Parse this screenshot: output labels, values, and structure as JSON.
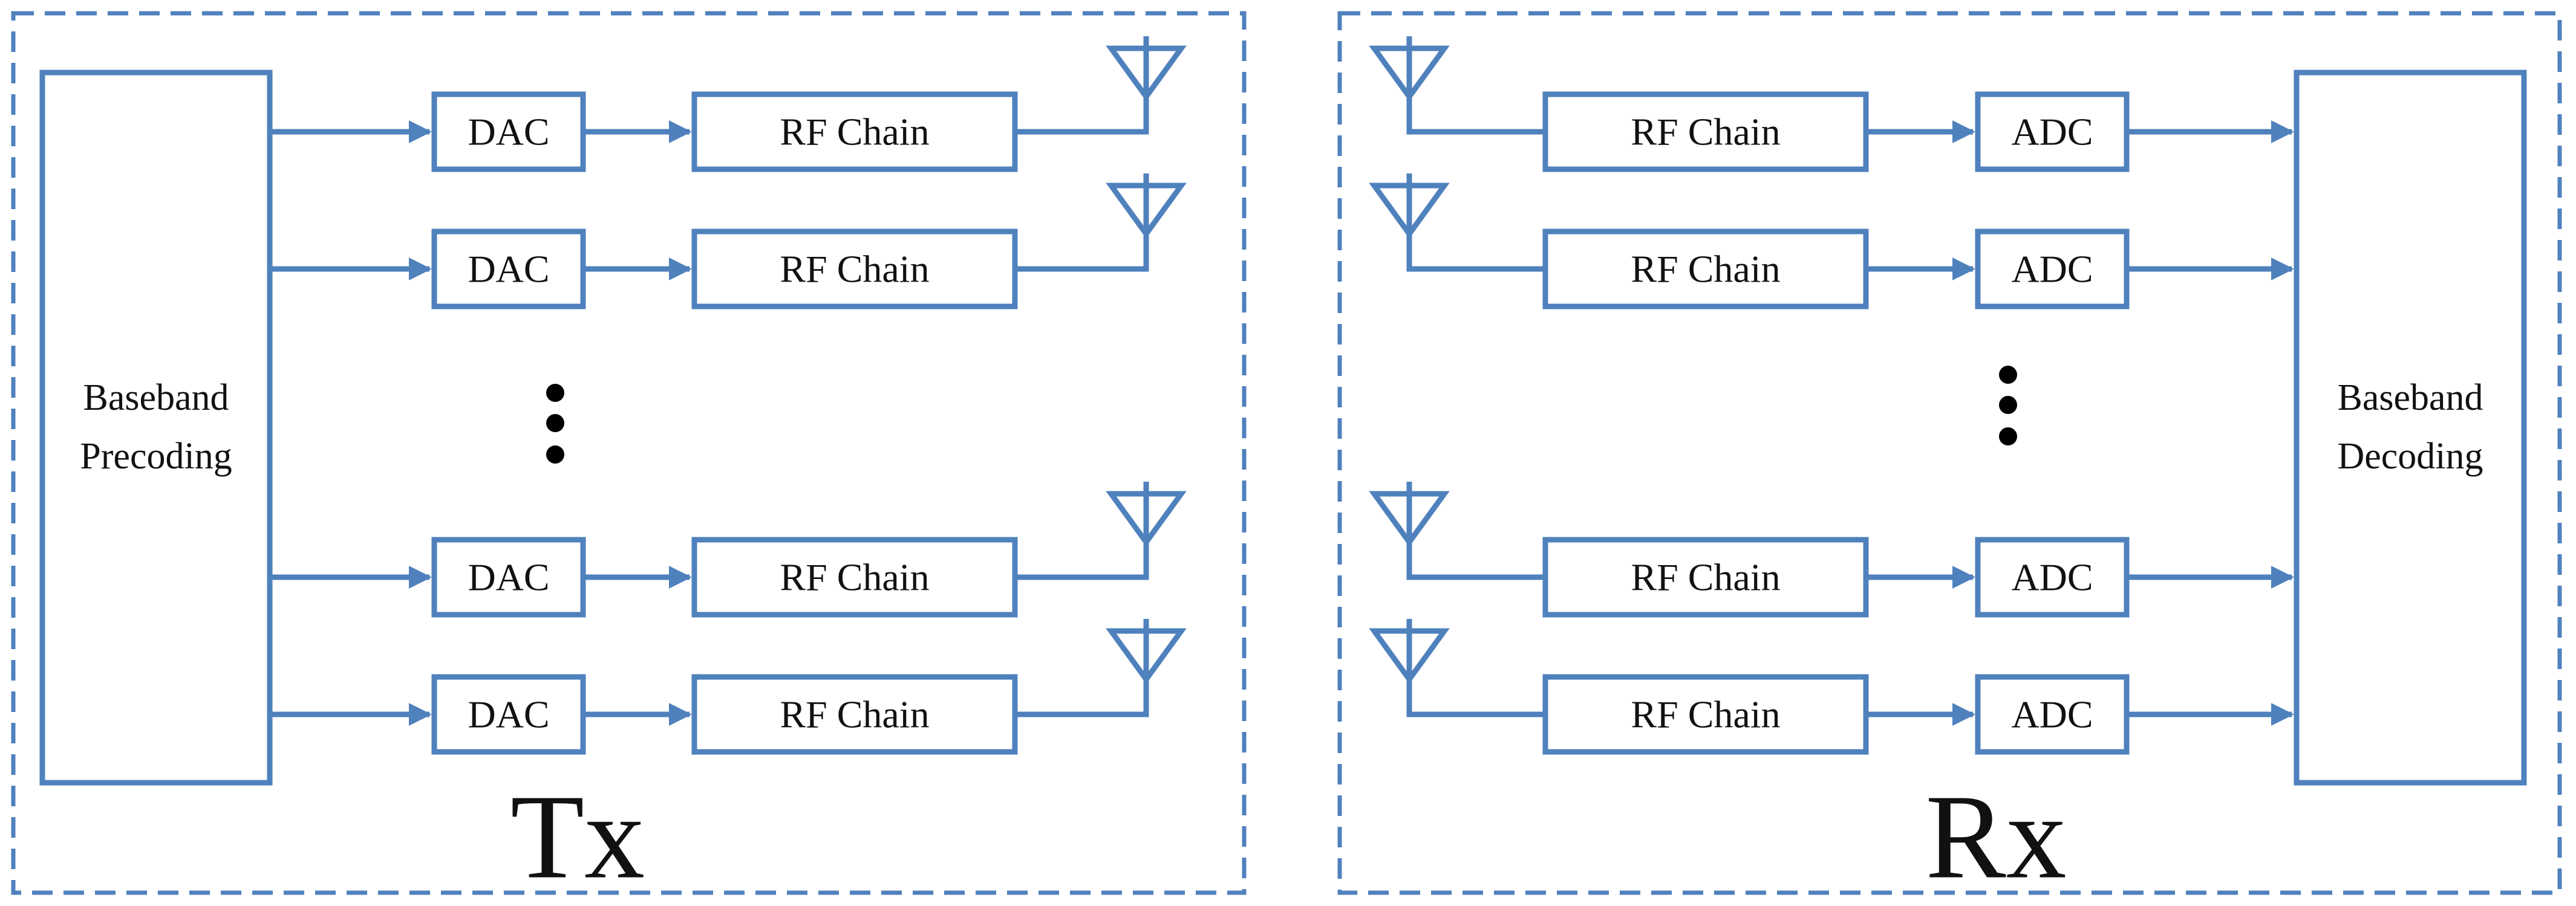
{
  "colors": {
    "line": "#4f81bd",
    "text": "#111111",
    "dots": "#000000",
    "background": "#ffffff"
  },
  "tx": {
    "panel_label": "Tx",
    "baseband": [
      "Baseband",
      "Precoding"
    ],
    "chains": [
      {
        "dac": "DAC",
        "rf": "RF Chain"
      },
      {
        "dac": "DAC",
        "rf": "RF Chain"
      },
      {
        "dac": "DAC",
        "rf": "RF Chain"
      },
      {
        "dac": "DAC",
        "rf": "RF Chain"
      }
    ]
  },
  "rx": {
    "panel_label": "Rx",
    "baseband": [
      "Baseband",
      "Decoding"
    ],
    "chains": [
      {
        "rf": "RF Chain",
        "adc": "ADC"
      },
      {
        "rf": "RF Chain",
        "adc": "ADC"
      },
      {
        "rf": "RF Chain",
        "adc": "ADC"
      },
      {
        "rf": "RF Chain",
        "adc": "ADC"
      }
    ]
  }
}
